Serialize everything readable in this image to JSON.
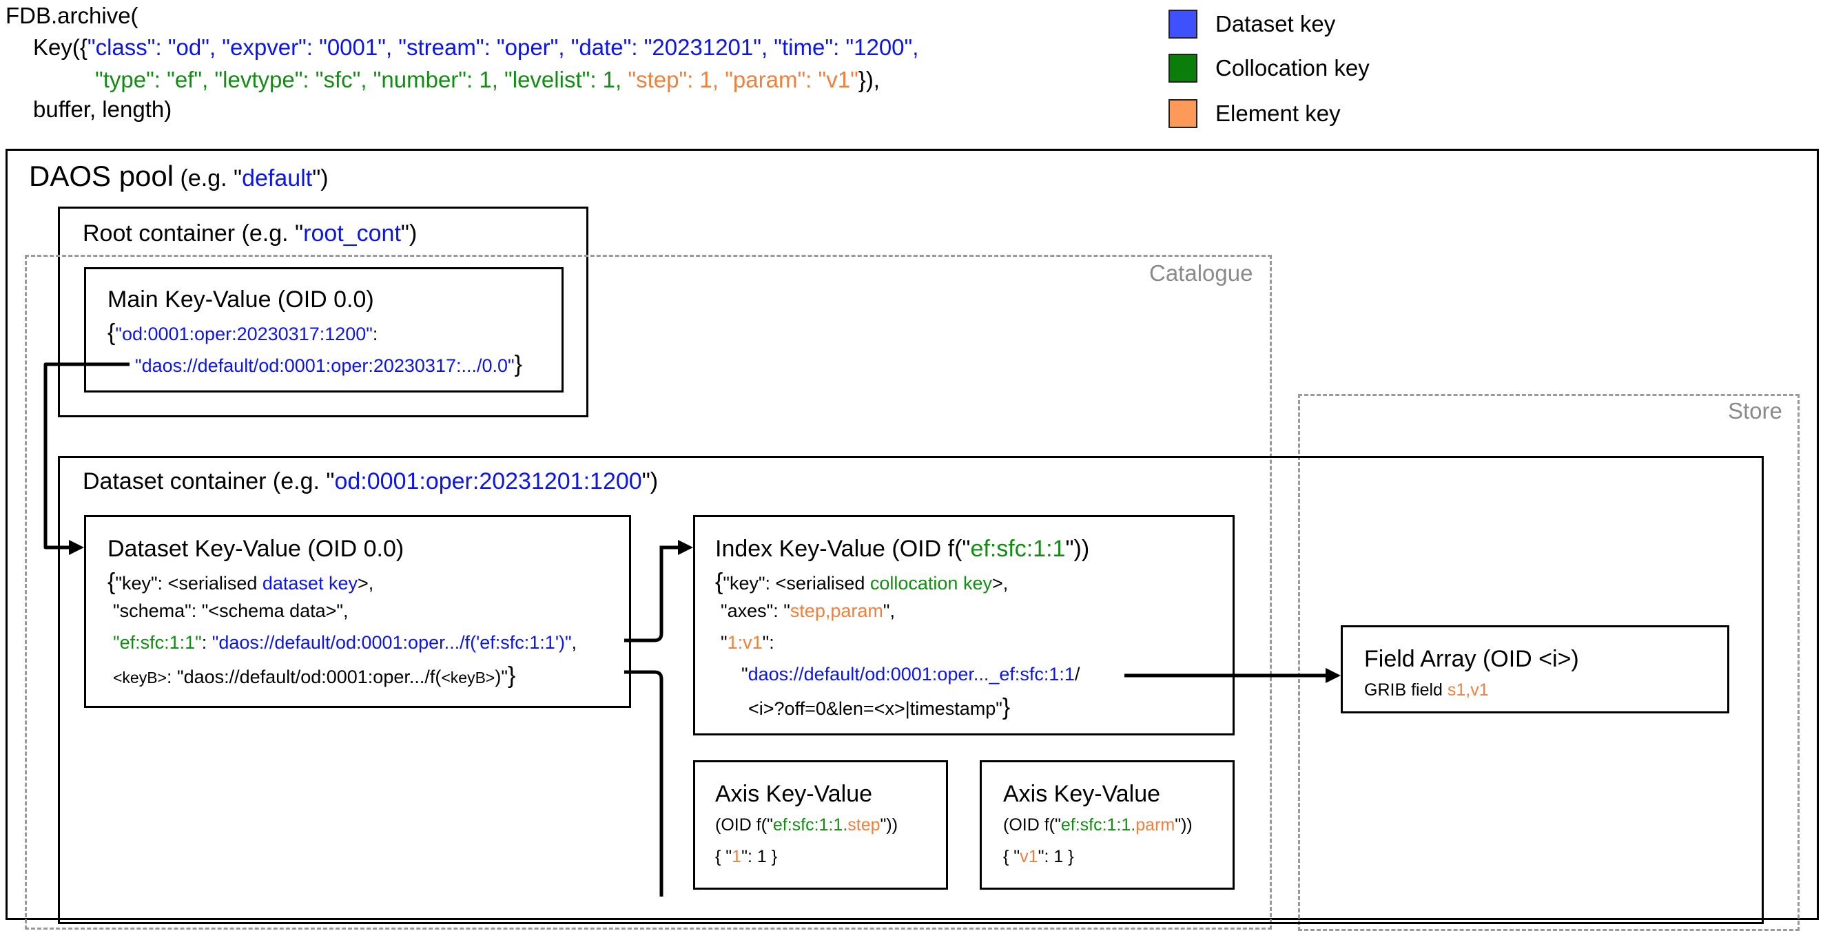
{
  "header": {
    "line1": "FDB.archive(",
    "l2_open": "Key({",
    "l2_blue": "\"class\": \"od\", \"expver\": \"0001\", \"stream\": \"oper\", \"date\": \"20231201\", \"time\": \"1200\",",
    "l3_green": "\"type\": \"ef\", \"levtype\": \"sfc\", \"number\": 1, \"levelist\": 1,",
    "l3_orange": " \"step\": 1, \"param\": \"v1\"",
    "l3_close": "}),",
    "line4": "buffer, length)"
  },
  "legend": [
    {
      "label": "Dataset key",
      "color": "#3f51fd"
    },
    {
      "label": "Collocation key",
      "color": "#0a7d0a"
    },
    {
      "label": "Element key",
      "color": "#fd9a5a"
    }
  ],
  "pool": {
    "title": "DAOS pool",
    "eg": " (e.g. \"",
    "name": "default",
    "close": "\")"
  },
  "root": {
    "title": "Root container (e.g. \"",
    "name": "root_cont",
    "close": "\")"
  },
  "catalogue_label": "Catalogue",
  "store_label": "Store",
  "main_kv": {
    "title": "Main Key-Value (OID 0.0)",
    "brace_open": "{",
    "key": "\"od:0001:oper:20230317:1200\"",
    "colon": ":",
    "value": "\"daos://default/od:0001:oper:20230317:.../0.0\"",
    "brace_close": "}"
  },
  "dataset_container": {
    "title": "Dataset container (e.g. \"",
    "name": "od:0001:oper:20231201:1200",
    "close": "\")"
  },
  "dataset_kv": {
    "title": "Dataset Key-Value (OID 0.0)",
    "l1_a": "{",
    "l1_b": "\"key\": <serialised ",
    "l1_c": "dataset key",
    "l1_d": ">,",
    "l2": "\"schema\": \"<schema data>\",",
    "l3_a": "\"ef:sfc:1:1\"",
    "l3_b": ": ",
    "l3_c": "\"daos://default/od:0001:oper.../f('ef:sfc:1:1')\"",
    "l3_d": ",",
    "l4_a": "<keyB>",
    "l4_b": ": \"daos://default/od:0001:oper.../f(",
    "l4_c": "<keyB>",
    "l4_d": ")\"",
    "l4_e": "}"
  },
  "index_kv": {
    "title_a": "Index Key-Value (OID f(\"",
    "title_b": "ef:sfc:1:1",
    "title_c": "\"))",
    "l1_a": "{",
    "l1_b": "\"key\": <serialised ",
    "l1_c": "collocation key",
    "l1_d": ">,",
    "l2_a": "\"axes\": \"",
    "l2_b": "step,param",
    "l2_c": "\",",
    "l3_a": "\"",
    "l3_b": "1:v1",
    "l3_c": "\":",
    "l4_a": "\"",
    "l4_b": "daos://default/od:0001:oper..._ef:sfc:1:1",
    "l4_c": "/",
    "l5_a": "<i>?off=0&len=<x>|timestamp\"",
    "l5_b": "}"
  },
  "field_array": {
    "title": "Field Array (OID <i>)",
    "text_a": "GRIB field ",
    "text_b": "s1,v1"
  },
  "axis1": {
    "title": "Axis Key-Value",
    "l1_a": "(OID f(\"",
    "l1_b": "ef:sfc:1:1.",
    "l1_c": "step",
    "l1_d": "\"))",
    "l2_a": "{ \"",
    "l2_b": "1",
    "l2_c": "\": 1 }"
  },
  "axis2": {
    "title": "Axis Key-Value",
    "l1_a": "(OID f(\"",
    "l1_b": "ef:sfc:1:1.",
    "l1_c": "parm",
    "l1_d": "\"))",
    "l2_a": "{ \"",
    "l2_b": "v1",
    "l2_c": "\": 1 }"
  }
}
